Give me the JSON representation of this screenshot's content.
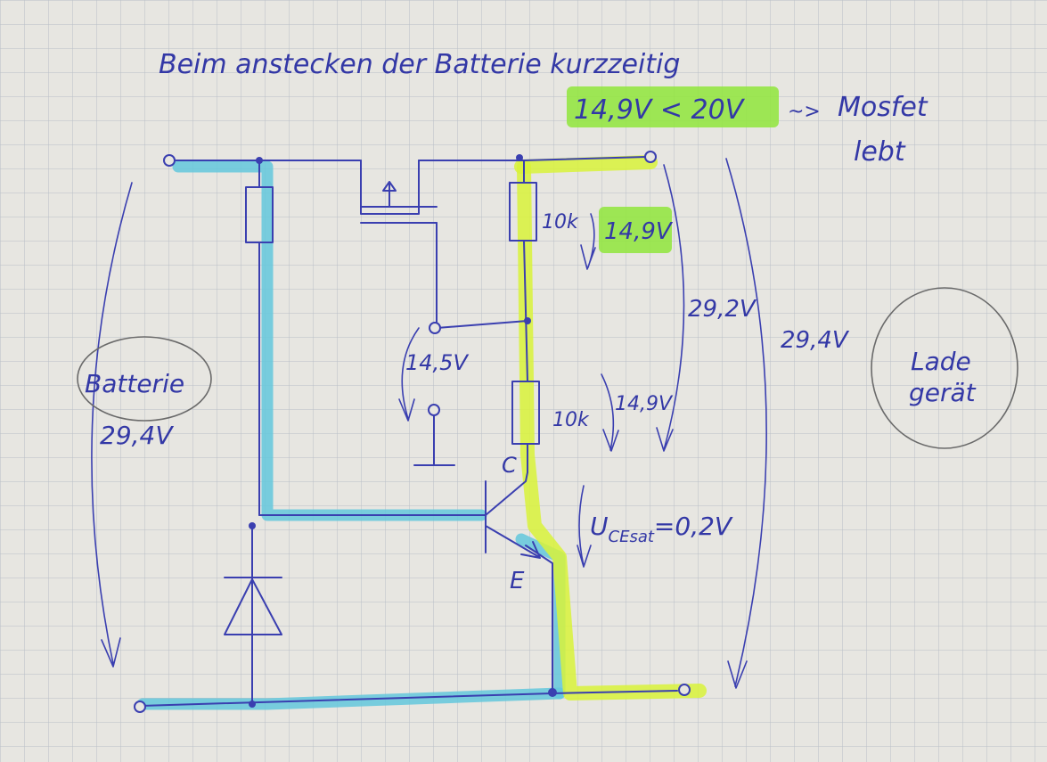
{
  "title": "Beim anstecken der Batterie kurzzeitig",
  "condition": "14,9V < 20V",
  "mosfet_arrow": "~>",
  "mosfet_line1": "Mosfet",
  "mosfet_line2": "lebt",
  "battery_label": "Batterie",
  "battery_voltage": "29,4V",
  "charger_line1": "Lade",
  "charger_line2": "gerät",
  "resistor_top": "10k",
  "resistor_top_voltage": "14,9V",
  "resistor_bottom": "10k",
  "resistor_bottom_voltage": "14,9V",
  "gate_voltage": "14,5V",
  "voltage_29_2": "29,2V",
  "voltage_29_4": "29,4V",
  "collector_label": "C",
  "emitter_label": "E",
  "uce_label": "U",
  "uce_sub": "CEsat",
  "uce_value": "=0,2V",
  "colors": {
    "ink": "#3a3fb0",
    "paper": "#e7e6e1",
    "grid": "#b9bfc6",
    "highlight_cyan": "#63c7dc",
    "highlight_yellow": "#d8f23a",
    "highlight_green": "#8fe53b"
  }
}
